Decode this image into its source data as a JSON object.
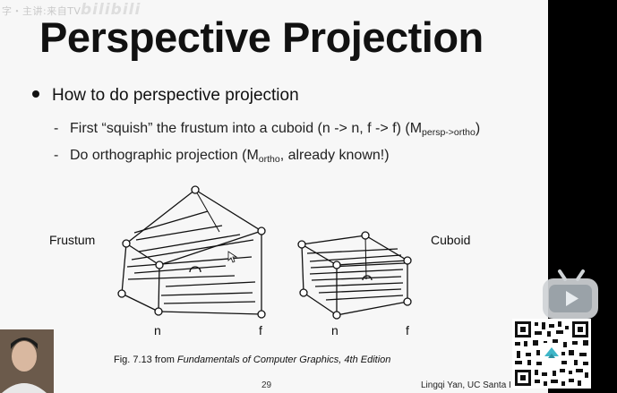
{
  "watermark": {
    "text": "字・主讲:来自TV",
    "logo": "bilibili"
  },
  "slide": {
    "title": "Perspective Projection",
    "bullet": "How to do perspective projection",
    "sub1": {
      "dash": "-",
      "text": "First “squish” the frustum into a cuboid (n -> n, f -> f) (M",
      "subscript": "persp->ortho",
      "tail": ")"
    },
    "sub2": {
      "dash": "-",
      "text": "Do orthographic projection (M",
      "subscript": "ortho",
      "tail": ", already known!)"
    },
    "figure": {
      "label_frustum": "Frustum",
      "label_cuboid": "Cuboid",
      "frustum_n": "n",
      "frustum_f": "f",
      "cuboid_n": "n",
      "cuboid_f": "f"
    },
    "caption": {
      "prefix": "Fig. 7.13 from ",
      "title": "Fundamentals of Computer Graphics, 4th Edition"
    },
    "page_number": "29",
    "footer": "Lingqi Yan, UC Santa I"
  },
  "overlays": {
    "player_icon": "play-button-icon",
    "qr_icon": "qr-code-icon",
    "webcam": "webcam-presenter"
  },
  "colors": {
    "slide_bg": "#f7f7f7",
    "side_bar": "#000000",
    "ink": "#111111",
    "player": "#cfd3d6"
  }
}
